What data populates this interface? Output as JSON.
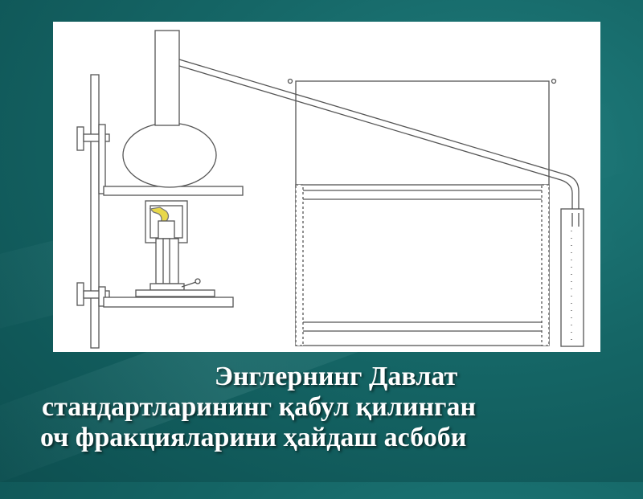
{
  "slide": {
    "title_lines": [
      "Энглернинг Давлат",
      "стандартларининг қабул қилинган",
      "оч фракцияларини ҳайдаш асбоби"
    ]
  },
  "colors": {
    "background": "#156666",
    "panel": "#ffffff",
    "line": "#555555",
    "flame": "#e8d84a",
    "title": "#ffffff"
  },
  "diagram": {
    "components": [
      "stand-rod",
      "clamp-screw",
      "flask",
      "flask-neck",
      "flask-shelf",
      "burner-flame",
      "burner-shield",
      "burner",
      "burner-base",
      "lower-shelf",
      "condenser-tube",
      "cooling-bath",
      "receiver-cylinder"
    ]
  }
}
